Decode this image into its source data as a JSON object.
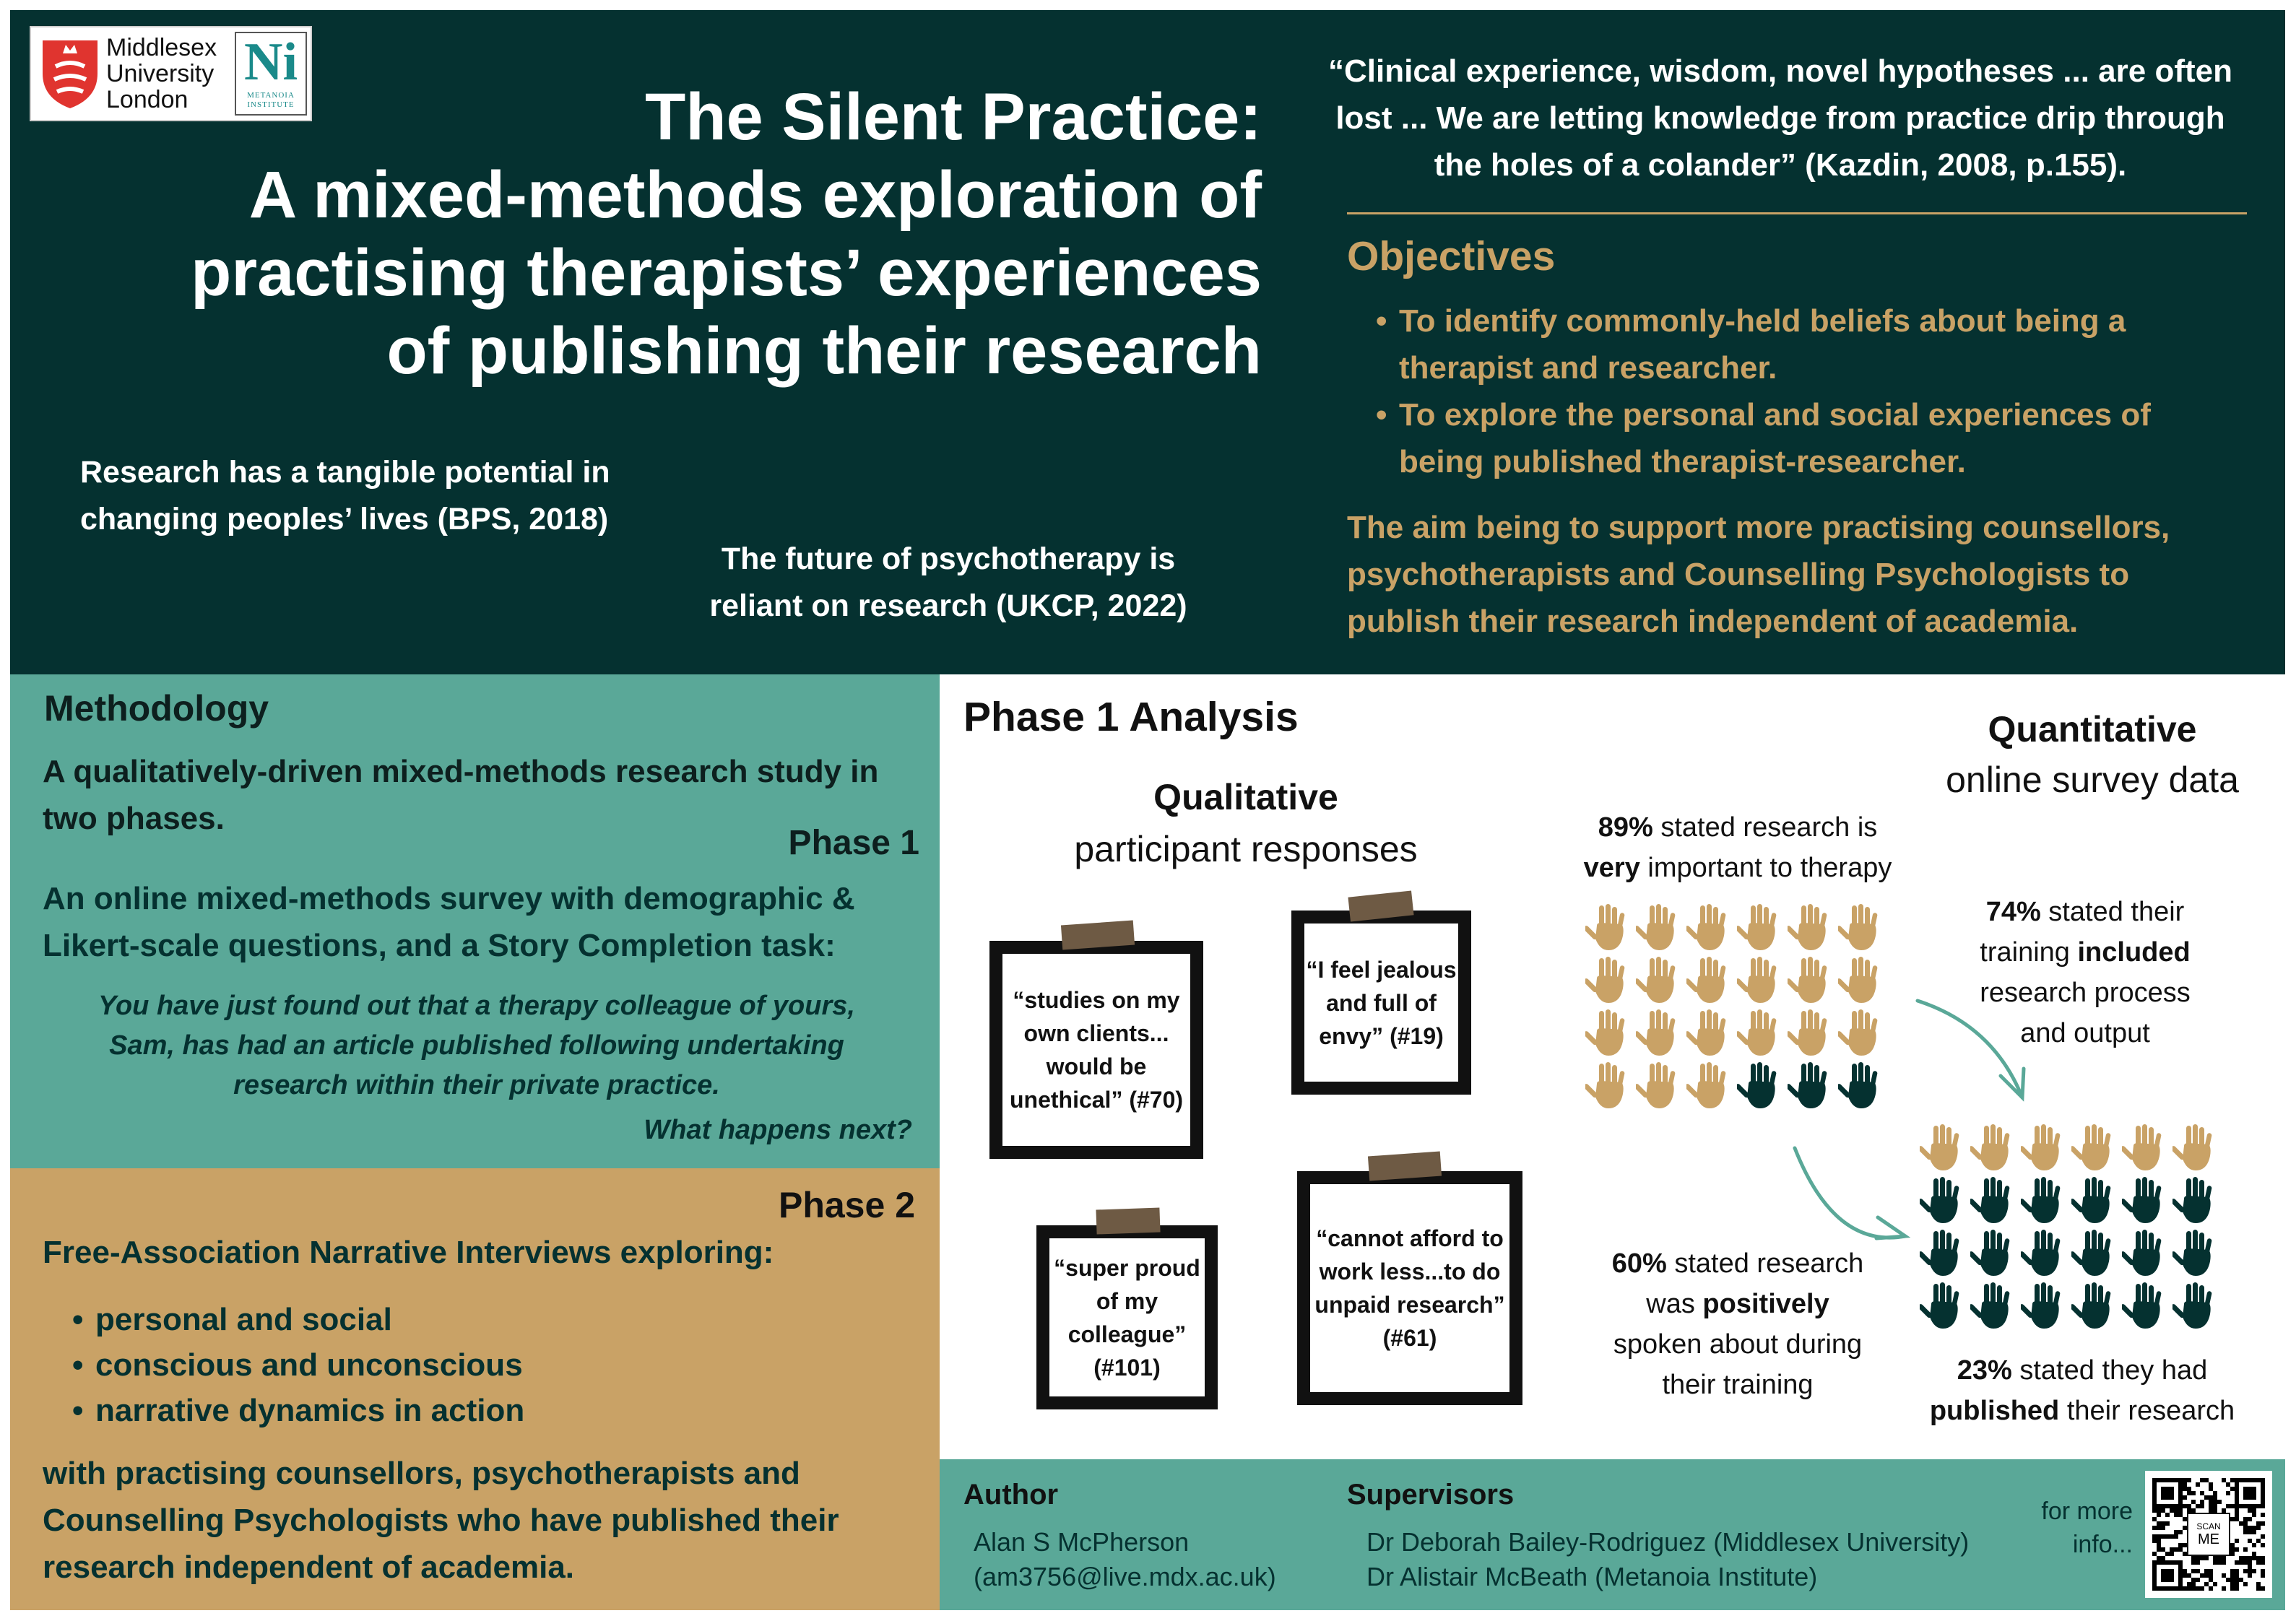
{
  "colors": {
    "dark": "#053130",
    "teal": "#5aa898",
    "tan": "#c9a266",
    "logo_red": "#e0342f",
    "metanoia": "#1a8a8a"
  },
  "logo": {
    "university": [
      "Middlesex",
      "University",
      "London"
    ],
    "institute_mark": "Ni",
    "institute": [
      "METANOIA",
      "INSTITUTE"
    ]
  },
  "title": [
    "The Silent Practice:",
    "A mixed-methods exploration of",
    "practising therapists’ experiences",
    "of publishing their research"
  ],
  "claims": {
    "bps": [
      "Research has a tangible potential in",
      "changing peoples’ lives (BPS, 2018)"
    ],
    "ukcp": [
      "The future of psychotherapy is",
      "reliant on research (UKCP, 2022)"
    ]
  },
  "quote": "“Clinical experience, wisdom, novel hypotheses ... are often lost ... We are letting knowledge from practice drip through the holes of a colander” (Kazdin, 2008, p.155).",
  "objectives": {
    "heading": "Objectives",
    "items": [
      "To identify commonly-held beliefs about being a therapist and researcher.",
      "To explore the personal and social experiences of being published therapist-researcher."
    ],
    "aim": "The aim being to support more practising counsellors, psychotherapists and Counselling Psychologists to publish their research independent of academia."
  },
  "methodology": {
    "heading": "Methodology",
    "intro": "A qualitatively-driven mixed-methods research study in two phases.",
    "phase1": "Phase 1",
    "phase1_text": "An online mixed-methods survey with demographic & Likert-scale questions, and a Story Completion task:",
    "story": "You have just found out that a therapy colleague of yours, Sam, has had an article published following undertaking research within their private practice.",
    "story_question": "What happens next?",
    "phase2": "Phase 2",
    "phase2_text": "Free-Association Narrative Interviews exploring:",
    "phase2_items": [
      "personal and social",
      "conscious and unconscious",
      "narrative dynamics in action"
    ],
    "phase2_close": "with practising counsellors, psychotherapists and Counselling Psychologists who have published their research independent of academia."
  },
  "analysis": {
    "heading": "Phase 1 Analysis",
    "qual_title": "Qualitative",
    "qual_sub": "participant responses",
    "notes": [
      "“studies on my own clients... would be unethical” (#70)",
      "“I feel jealous and full of envy” (#19)",
      "“super proud of my colleague” (#101)",
      "“cannot afford to work less...to do unpaid research” (#61)"
    ],
    "quant_title": "Quantitative",
    "quant_sub": "online survey data",
    "stats": {
      "s89": {
        "bold": "89%",
        "rest1": " stated research is",
        "bold2": "very",
        "rest2": " important to therapy",
        "percent": 89,
        "tan_hands": 21,
        "dark_hands": 3
      },
      "s74": {
        "bold": "74%",
        "rest1": " stated their",
        "pre2": "training ",
        "bold2": "included",
        "line3": "research process",
        "line4": "and output",
        "percent": 74
      },
      "s60": {
        "bold": "60%",
        "rest1": " stated research",
        "pre2": "was ",
        "bold2": "positively",
        "line3": "spoken about during",
        "line4": "their training",
        "percent": 60
      },
      "s23": {
        "bold": "23%",
        "rest1": " stated they had",
        "bold2": "published",
        "rest2": " their research",
        "percent": 23,
        "tan_hands": 6,
        "dark_hands": 18
      }
    }
  },
  "footer": {
    "author_label": "Author",
    "author_name": "Alan S McPherson",
    "author_email": "(am3756@live.mdx.ac.uk)",
    "supervisors_label": "Supervisors",
    "supervisors": [
      "Dr Deborah Bailey-Rodriguez (Middlesex University)",
      "Dr Alistair McBeath (Metanoia Institute)"
    ],
    "more_info": [
      "for more",
      "info..."
    ],
    "qr_label": [
      "SCAN",
      "ME"
    ]
  }
}
